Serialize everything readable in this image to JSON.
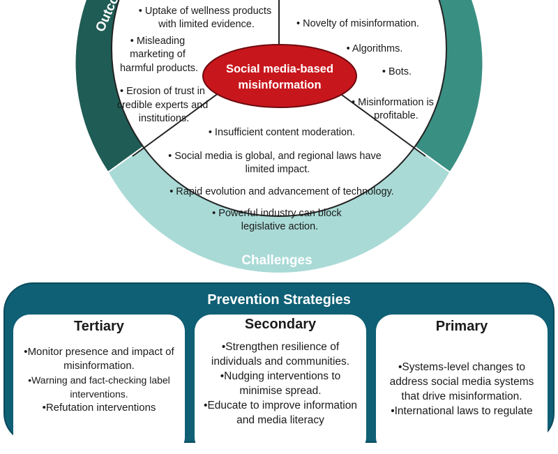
{
  "center": {
    "line1": "Social media-based",
    "line2": "misinformation"
  },
  "outcomes": {
    "title": "Outcomes",
    "items": [
      [
        "Uptake of wellness products",
        "with limited evidence."
      ],
      [
        "Misleading",
        "marketing of",
        "harmful products."
      ],
      [
        "Erosion of trust in",
        "credible experts and",
        "institutions."
      ]
    ]
  },
  "drivers": {
    "items": [
      [
        "Novelty of misinformation."
      ],
      [
        "Algorithms."
      ],
      [
        "Bots."
      ],
      [
        "Misinformation is",
        "profitable."
      ]
    ]
  },
  "challenges": {
    "title": "Challenges",
    "items": [
      [
        "Insufficient content moderation."
      ],
      [
        "Social media is global, and regional laws have",
        "limited impact."
      ],
      [
        "Rapid evolution and advancement of technology."
      ],
      [
        "Powerful industry can block",
        "legislative action."
      ]
    ]
  },
  "prevention": {
    "title": "Prevention Strategies",
    "tertiary": {
      "title": "Tertiary",
      "items": [
        "Monitor presence and impact of misinformation.",
        "Warning and fact-checking label interventions.",
        "Refutation interventions"
      ]
    },
    "secondary": {
      "title": "Secondary",
      "items": [
        "Strengthen resilience of individuals and communities.",
        "Nudging interventions to minimise spread.",
        "Educate to improve information and media literacy"
      ]
    },
    "primary": {
      "title": "Primary",
      "items": [
        "Systems-level changes to address social media systems that drive misinformation.",
        "International laws to regulate"
      ]
    }
  },
  "colors": {
    "outcomes_ring": "#1f5c55",
    "drivers_ring": "#3a8f83",
    "challenges_ring": "#a9dad6",
    "center_fill": "#c8161d",
    "prevention_bg": "#0f5f75"
  }
}
